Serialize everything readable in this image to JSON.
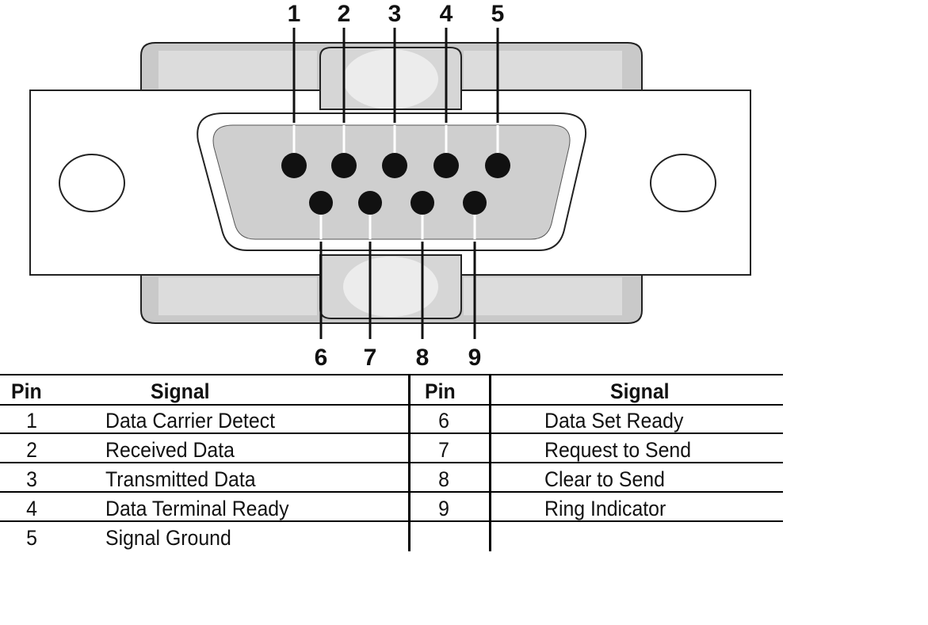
{
  "top_pins": [
    "1",
    "2",
    "3",
    "4",
    "5"
  ],
  "bottom_pins": [
    "6",
    "7",
    "8",
    "9"
  ],
  "table": {
    "headers": {
      "pin": "Pin",
      "signal": "Signal"
    },
    "left_rows": [
      {
        "pin": "1",
        "signal": "Data Carrier Detect"
      },
      {
        "pin": "2",
        "signal": "Received Data"
      },
      {
        "pin": "3",
        "signal": "Transmitted Data"
      },
      {
        "pin": "4",
        "signal": "Data  Terminal Ready"
      },
      {
        "pin": "5",
        "signal": "Signal Ground"
      }
    ],
    "right_rows": [
      {
        "pin": "6",
        "signal": "Data Set Ready"
      },
      {
        "pin": "7",
        "signal": "Request to Send"
      },
      {
        "pin": "8",
        "signal": "Clear to Send"
      },
      {
        "pin": "9",
        "signal": "Ring Indicator"
      }
    ]
  }
}
